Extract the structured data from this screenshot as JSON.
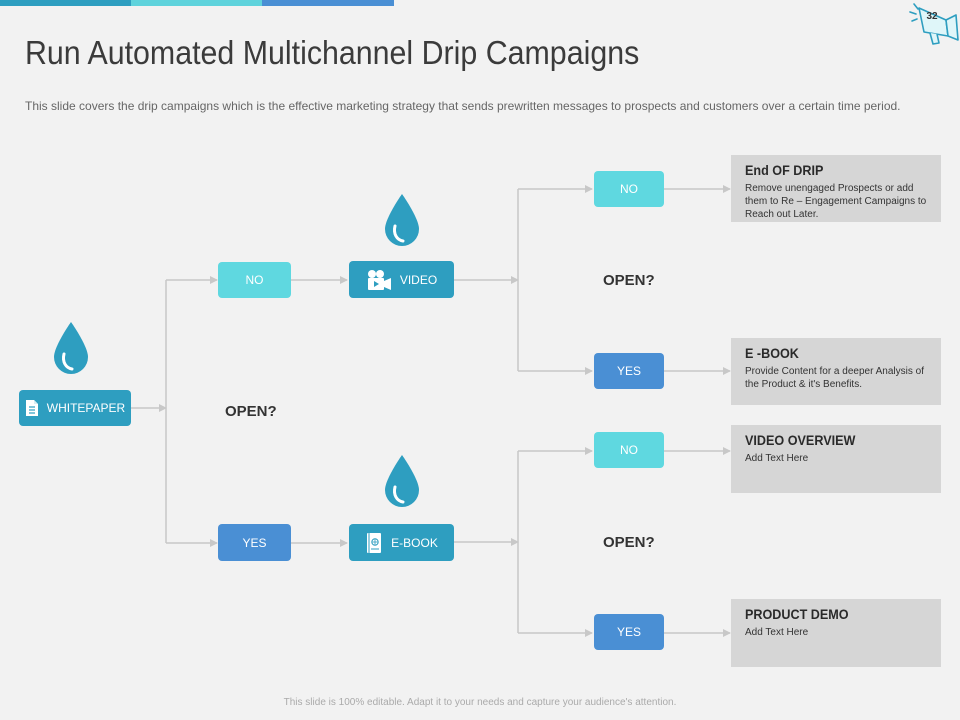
{
  "page": {
    "number": "32",
    "title": "Run Automated Multichannel Drip Campaigns",
    "description": "This slide covers the drip campaigns which is the effective  marketing strategy that sends prewritten messages to prospects and customers over  a certain time period.",
    "footer": "This slide is 100% editable. Adapt it to your needs and capture your audience's attention."
  },
  "colors": {
    "teal": "#2e9ec0",
    "cyan": "#5fd8e0",
    "blue": "#4a8fd4",
    "info_box": "#d6d6d6",
    "connector": "#c8c8c8"
  },
  "flow": {
    "start": {
      "label": "WHITEPAPER",
      "icon": "document-icon"
    },
    "first_question": "OPEN?",
    "no_branch": {
      "answer": "NO",
      "action": {
        "label": "VIDEO",
        "icon": "video-camera-icon"
      },
      "question": "OPEN?",
      "no": {
        "answer": "NO",
        "result_title": "End OF DRIP",
        "result_text": "Remove unengaged Prospects or add them to Re – Engagement Campaigns to Reach out Later."
      },
      "yes": {
        "answer": "YES",
        "result_title": "E -BOOK",
        "result_text": "Provide Content  for a deeper Analysis of the Product & it's Benefits."
      }
    },
    "yes_branch": {
      "answer": "YES",
      "action": {
        "label": "E-BOOK",
        "icon": "ebook-icon"
      },
      "question": "OPEN?",
      "no": {
        "answer": "NO",
        "result_title": "VIDEO OVERVIEW",
        "result_text": "Add Text Here"
      },
      "yes": {
        "answer": "YES",
        "result_title": "PRODUCT DEMO",
        "result_text": "Add Text Here"
      }
    }
  }
}
